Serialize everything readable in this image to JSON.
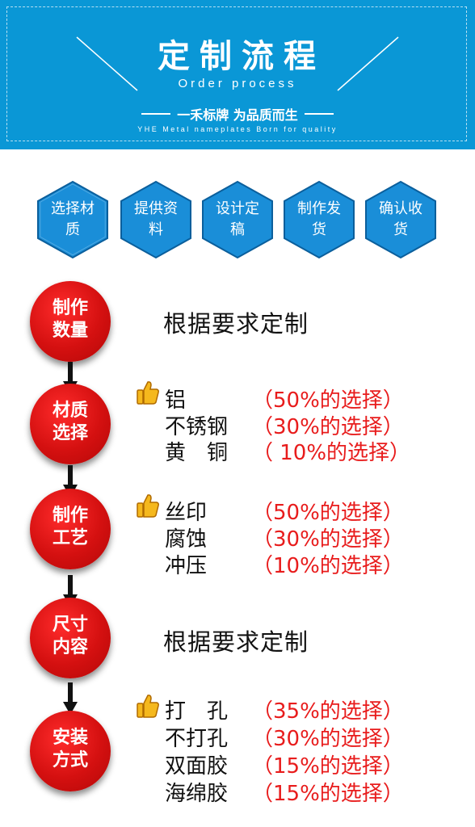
{
  "header": {
    "title": "定制流程",
    "subtitle": "Order process",
    "slogan": "一禾标牌 为品质而生",
    "slogan_en": "YHE Metal nameplates Born for quality"
  },
  "steps": [
    {
      "label": "选择材质"
    },
    {
      "label": "提供资料"
    },
    {
      "label": "设计定稿"
    },
    {
      "label": "制作发货"
    },
    {
      "label": "确认收货"
    }
  ],
  "process": [
    {
      "circle": "制作数量",
      "text": "根据要求定制"
    },
    {
      "circle": "材质选择",
      "options": [
        {
          "name": "铝",
          "pct": "（50%的选择）"
        },
        {
          "name": "不锈钢",
          "pct": "（30%的选择）"
        },
        {
          "name": "黄　铜",
          "pct": "（ 10%的选择）"
        }
      ]
    },
    {
      "circle": "制作工艺",
      "options": [
        {
          "name": "丝印",
          "pct": "（50%的选择）"
        },
        {
          "name": "腐蚀",
          "pct": "（30%的选择）"
        },
        {
          "name": "冲压",
          "pct": "（10%的选择）"
        }
      ]
    },
    {
      "circle": "尺寸内容",
      "text": "根据要求定制"
    },
    {
      "circle": "安装方式",
      "options": [
        {
          "name": "打　孔",
          "pct": "（35%的选择）"
        },
        {
          "name": "不打孔",
          "pct": "（30%的选择）"
        },
        {
          "name": "双面胶",
          "pct": "（15%的选择）"
        },
        {
          "name": "海绵胶",
          "pct": "（15%的选择）"
        }
      ]
    }
  ],
  "colors": {
    "banner": "#0a97d6",
    "hexagon": "#1a8ed8",
    "circle": "#d41010",
    "percent": "#e81c1c"
  }
}
